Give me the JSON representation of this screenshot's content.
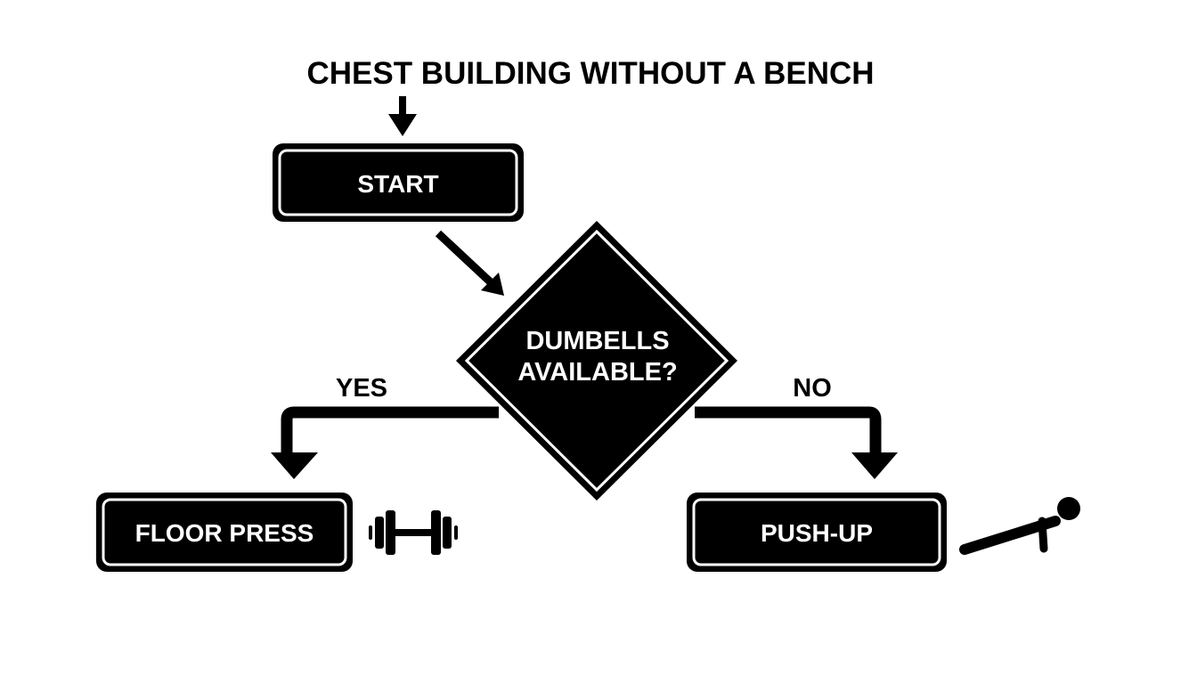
{
  "title": "CHEST BUILDING WITHOUT A BENCH",
  "nodes": {
    "start": "START",
    "decision_line1": "DUMBELLS",
    "decision_line2": "AVAILABLE?",
    "floor_press": "FLOOR PRESS",
    "push_up": "PUSH-UP"
  },
  "branches": {
    "yes": "YES",
    "no": "NO"
  },
  "icons": {
    "floor_press": "dumbbell-icon",
    "push_up": "push-up-figure-icon"
  },
  "colors": {
    "node_fill": "#000000",
    "node_text": "#ffffff",
    "background": "#ffffff"
  }
}
